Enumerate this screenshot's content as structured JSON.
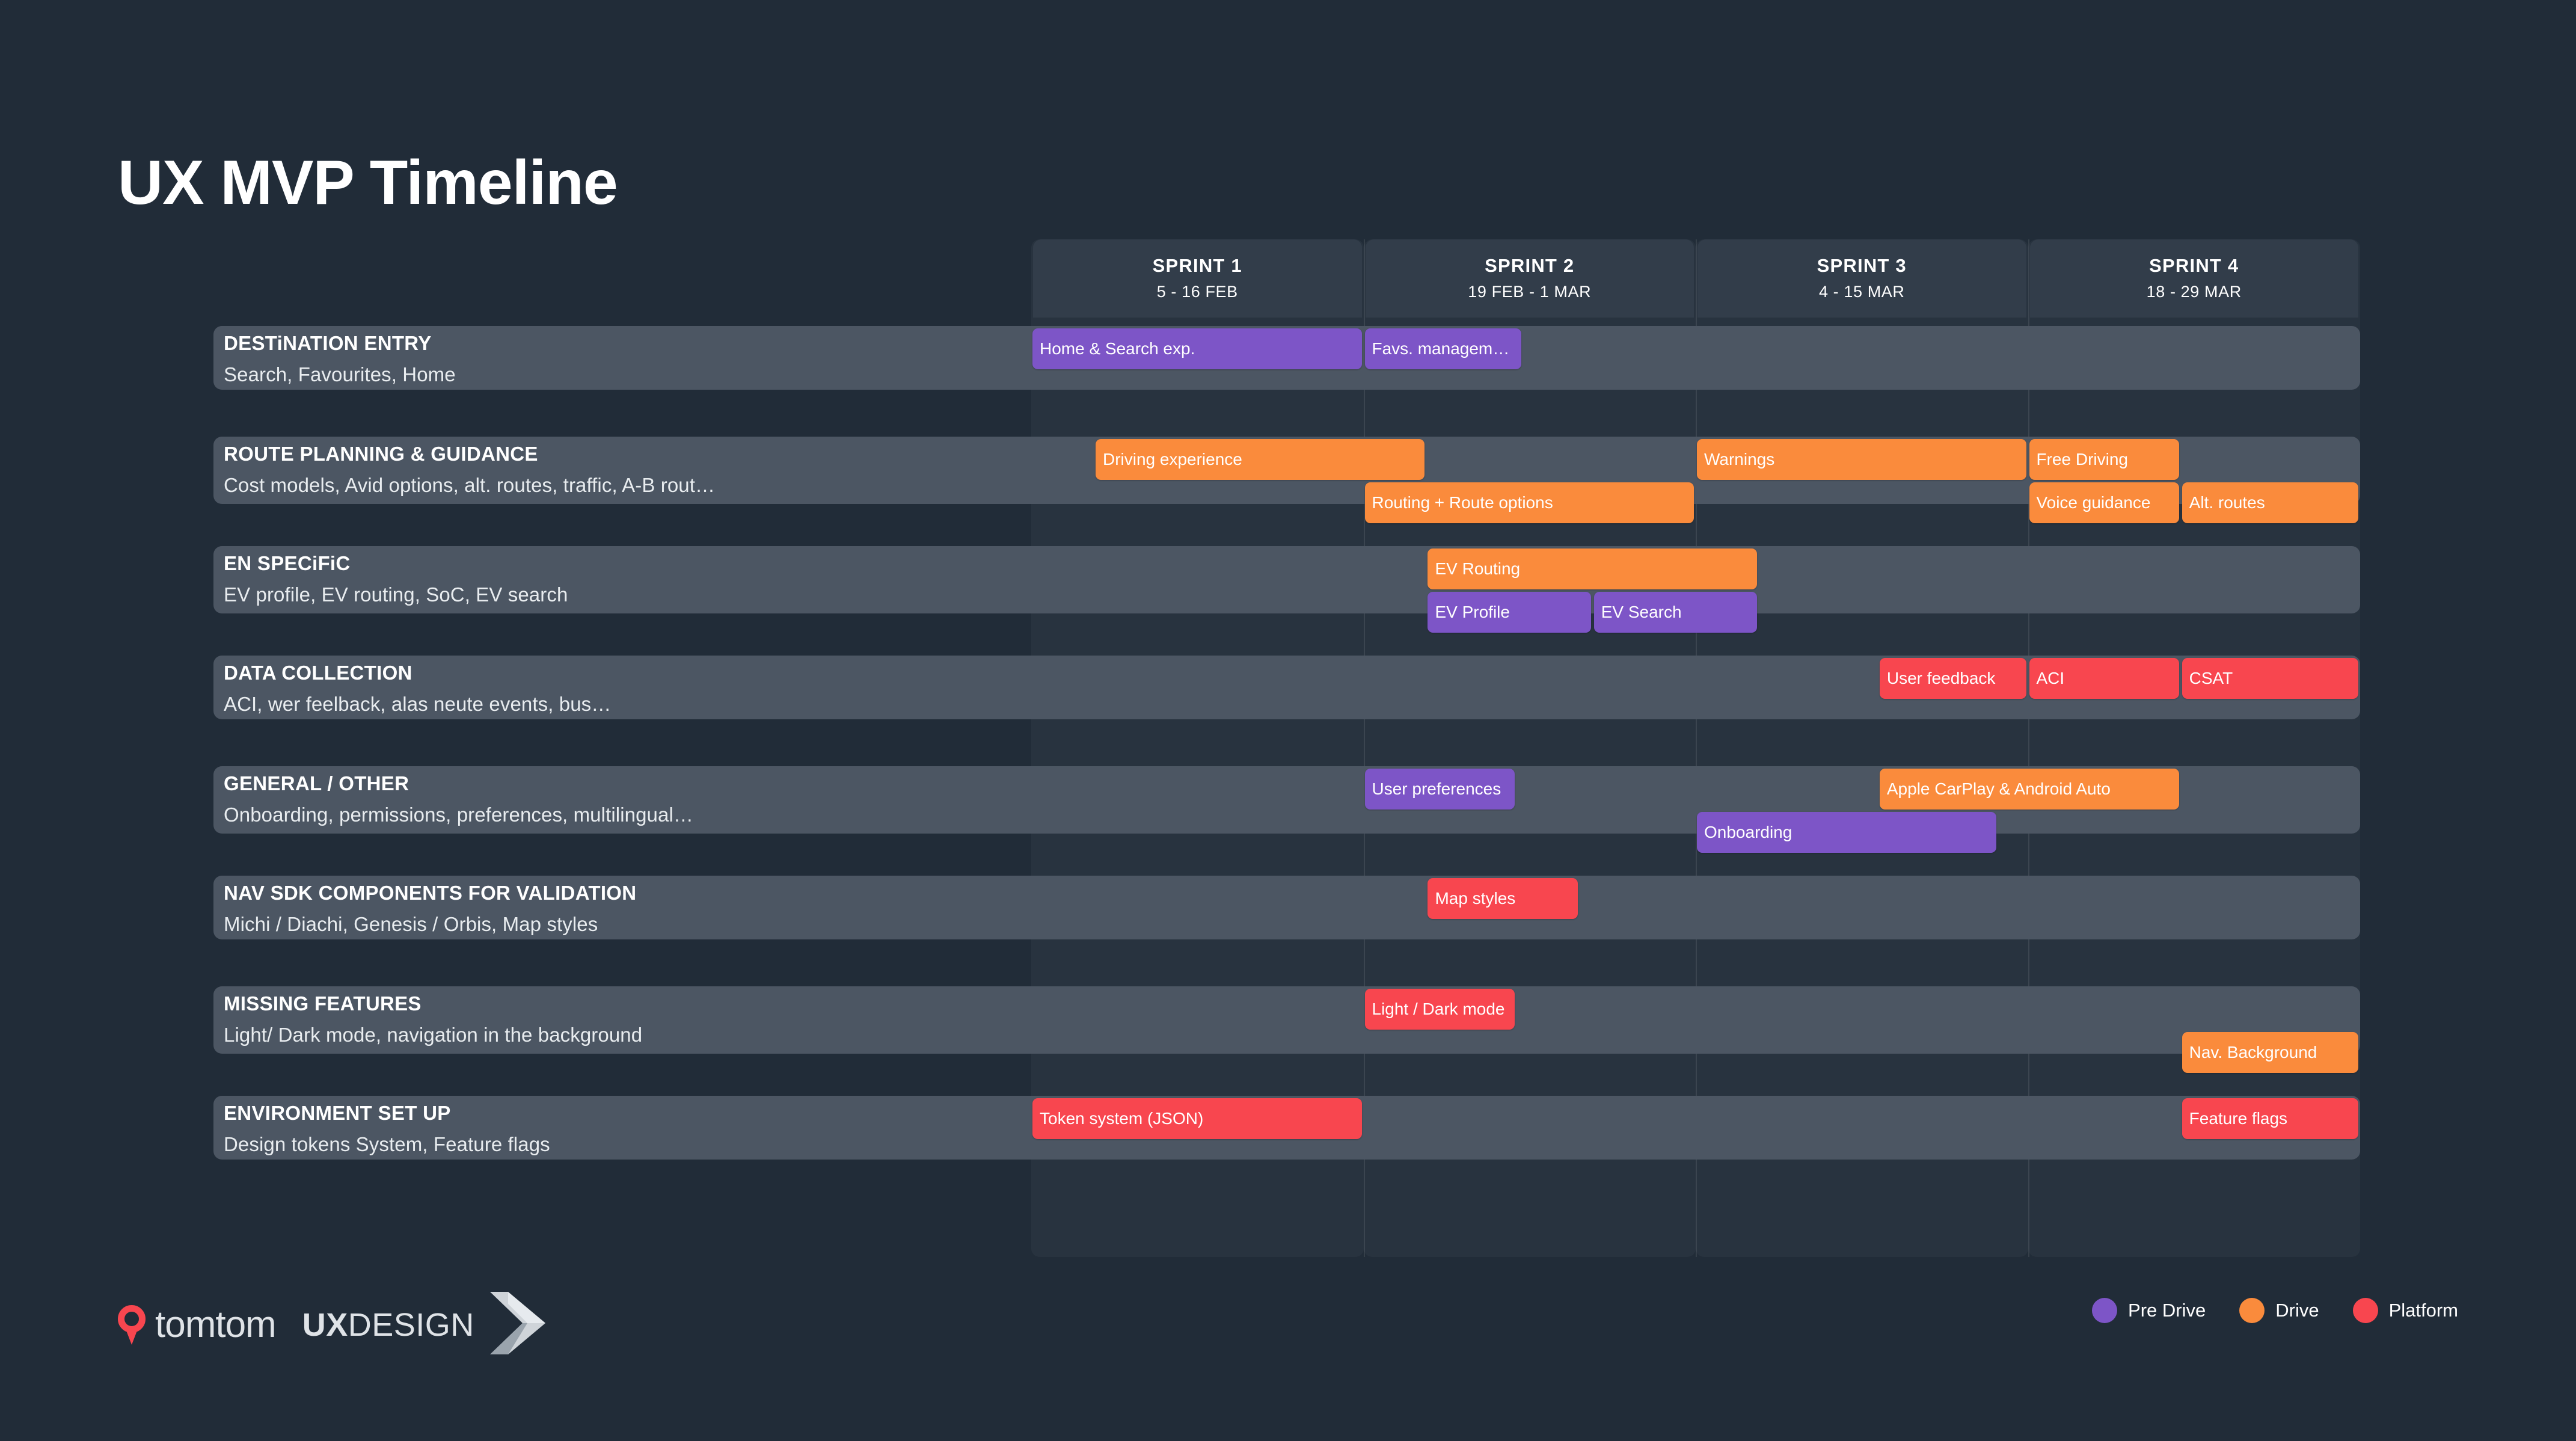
{
  "page": {
    "title": "UX MVP Timeline",
    "background_color": "#212c38"
  },
  "colors": {
    "pre_drive": "#7d55c7",
    "drive": "#fa8b3c",
    "platform": "#f8464f",
    "row_band": "#4c5663",
    "header_panel": "#323d4a"
  },
  "columns": [
    {
      "name": "SPRINT 1",
      "dates": "5 - 16 FEB"
    },
    {
      "name": "SPRINT 2",
      "dates": "19 FEB - 1 MAR"
    },
    {
      "name": "SPRINT 3",
      "dates": "4 - 15 MAR"
    },
    {
      "name": "SPRINT 4",
      "dates": "18 - 29 MAR"
    }
  ],
  "rows": [
    {
      "title": "DESTiNATION ENTRY",
      "subtitle": "Search, Favourites, Home",
      "tasks": [
        {
          "label": "Home & Search exp.",
          "category": "pre_drive",
          "start": 0.0,
          "end": 1.0,
          "lane": 0
        },
        {
          "label": "Favs. managem…",
          "category": "pre_drive",
          "start": 1.0,
          "end": 1.48,
          "lane": 0
        }
      ]
    },
    {
      "title": "ROUTE PLANNING & GUIDANCE",
      "subtitle": "Cost models, Avid options, alt. routes, traffic, A-B rout…",
      "tasks": [
        {
          "label": "Driving experience",
          "category": "drive",
          "start": 0.19,
          "end": 1.19,
          "lane": 0
        },
        {
          "label": "Warnings",
          "category": "drive",
          "start": 2.0,
          "end": 3.0,
          "lane": 0
        },
        {
          "label": "Free Driving",
          "category": "drive",
          "start": 3.0,
          "end": 3.46,
          "lane": 0
        },
        {
          "label": "Routing + Route options",
          "category": "drive",
          "start": 1.0,
          "end": 2.0,
          "lane": 1
        },
        {
          "label": "Voice guidance",
          "category": "drive",
          "start": 3.0,
          "end": 3.46,
          "lane": 1
        },
        {
          "label": "Alt. routes",
          "category": "drive",
          "start": 3.46,
          "end": 4.0,
          "lane": 1
        }
      ]
    },
    {
      "title": "EN SPECiFiC",
      "subtitle": "EV profile, EV routing, SoC, EV search",
      "tasks": [
        {
          "label": "EV Routing",
          "category": "drive",
          "start": 1.19,
          "end": 2.19,
          "lane": 0
        },
        {
          "label": "EV Profile",
          "category": "pre_drive",
          "start": 1.19,
          "end": 1.69,
          "lane": 1
        },
        {
          "label": "EV Search",
          "category": "pre_drive",
          "start": 1.69,
          "end": 2.19,
          "lane": 1
        }
      ]
    },
    {
      "title": "DATA COLLECTION",
      "subtitle": "ACI, wer feelback, alas neute events, bus…",
      "tasks": [
        {
          "label": "User feedback",
          "category": "platform",
          "start": 2.55,
          "end": 3.0,
          "lane": 0
        },
        {
          "label": "ACI",
          "category": "platform",
          "start": 3.0,
          "end": 3.46,
          "lane": 0
        },
        {
          "label": "CSAT",
          "category": "platform",
          "start": 3.46,
          "end": 4.0,
          "lane": 0
        }
      ]
    },
    {
      "title": "GENERAL / OTHER",
      "subtitle": "Onboarding, permissions, preferences, multilingual…",
      "tasks": [
        {
          "label": "User preferences",
          "category": "pre_drive",
          "start": 1.0,
          "end": 1.46,
          "lane": 0
        },
        {
          "label": "Apple CarPlay & Android Auto",
          "category": "drive",
          "start": 2.55,
          "end": 3.46,
          "lane": 0
        },
        {
          "label": "Onboarding",
          "category": "pre_drive",
          "start": 2.0,
          "end": 2.91,
          "lane": 1
        }
      ]
    },
    {
      "title": "NAV SDK COMPONENTS FOR VALIDATION",
      "subtitle": "Michi / Diachi, Genesis / Orbis, Map styles",
      "tasks": [
        {
          "label": "Map styles",
          "category": "platform",
          "start": 1.19,
          "end": 1.65,
          "lane": 0
        }
      ]
    },
    {
      "title": "MISSING FEATURES",
      "subtitle": "Light/ Dark mode, navigation in the background",
      "tasks": [
        {
          "label": "Light / Dark mode",
          "category": "platform",
          "start": 1.0,
          "end": 1.46,
          "lane": 0
        },
        {
          "label": "Nav. Background",
          "category": "drive",
          "start": 3.46,
          "end": 4.0,
          "lane": 1
        }
      ]
    },
    {
      "title": "ENVIRONMENT SET UP",
      "subtitle": "Design tokens System, Feature flags",
      "tasks": [
        {
          "label": "Token system (JSON)",
          "category": "platform",
          "start": 0.0,
          "end": 1.0,
          "lane": 0
        },
        {
          "label": "Feature flags",
          "category": "platform",
          "start": 3.46,
          "end": 4.0,
          "lane": 0
        }
      ]
    }
  ],
  "legend": [
    {
      "label": "Pre Drive",
      "color": "#7d55c7"
    },
    {
      "label": "Drive",
      "color": "#fa8b3c"
    },
    {
      "label": "Platform",
      "color": "#f8464f"
    }
  ],
  "branding": {
    "tomtom": "tomtom",
    "ux_bold": "UX",
    "ux_rest": "DESIGN"
  }
}
